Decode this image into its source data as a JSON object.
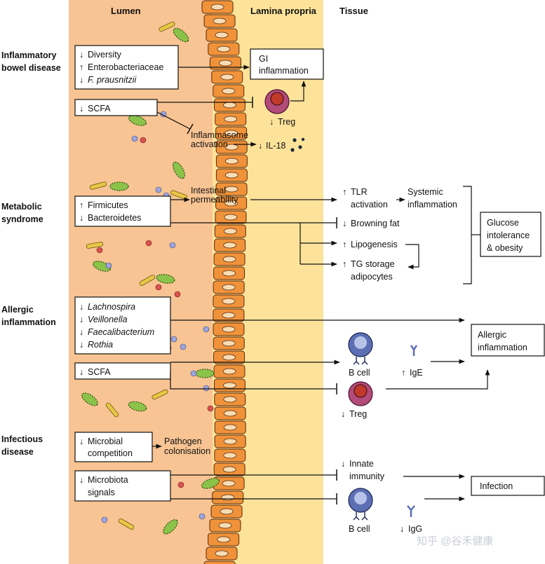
{
  "zones": {
    "lumen_color": "#f8c493",
    "lamina_color": "#fde39a",
    "tissue_color": "#ffffff",
    "cell_color": "#f0923a",
    "nucleus_color": "#f8dcb4"
  },
  "headers": {
    "lumen": "Lumen",
    "lamina": "Lamina propria",
    "tissue": "Tissue"
  },
  "sections": {
    "ibd": {
      "line1": "Inflammatory",
      "line2": "bowel disease"
    },
    "metabolic": {
      "line1": "Metabolic",
      "line2": "syndrome"
    },
    "allergic": {
      "line1": "Allergic",
      "line2": "inflammation"
    },
    "infectious": {
      "line1": "Infectious",
      "line2": "disease"
    }
  },
  "ibd": {
    "box1": [
      "Diversity",
      "Enterobacteriaceae",
      "F. prausnitzii"
    ],
    "box1_arrows": [
      "↓",
      "↑",
      "↓"
    ],
    "scfa": "SCFA",
    "scfa_arrow": "↓",
    "gi_line1": "GI",
    "gi_line2": "inflammation",
    "treg": "Treg",
    "inflammasome_line1": "Inflammasome",
    "inflammasome_line2": "activation",
    "il18": "IL-18"
  },
  "metabolic": {
    "box": [
      "Firmicutes",
      "Bacteroidetes"
    ],
    "box_arrows": [
      "↑",
      "↓"
    ],
    "perm_line1": "Intestinal",
    "perm_line2": "permeability",
    "tlr_line1": "TLR",
    "tlr_line2": "activation",
    "systemic_line1": "Systemic",
    "systemic_line2": "inflammation",
    "browning": "Browning fat",
    "lipogenesis": "Lipogenesis",
    "tg_line1": "TG storage",
    "tg_line2": "adipocytes",
    "glucose": [
      "Glucose",
      "intolerance",
      "& obesity"
    ]
  },
  "allergic": {
    "box": [
      "Lachnospira",
      "Veillonella",
      "Faecalibacterium",
      "Rothia"
    ],
    "scfa": "SCFA",
    "allergic_box": [
      "Allergic",
      "inflammation"
    ],
    "bcell": "B cell",
    "ige": "IgE",
    "treg": "Treg"
  },
  "infectious": {
    "box1": [
      "Microbial",
      "competition"
    ],
    "box2": [
      "Microbiota",
      "signals"
    ],
    "pathogen_line1": "Pathogen",
    "pathogen_line2": "colonisation",
    "innate_line1": "Innate",
    "innate_line2": "immunity",
    "infection": "Infection",
    "bcell": "B cell",
    "igg": "IgG"
  },
  "watermark": "知乎 @谷禾健康"
}
